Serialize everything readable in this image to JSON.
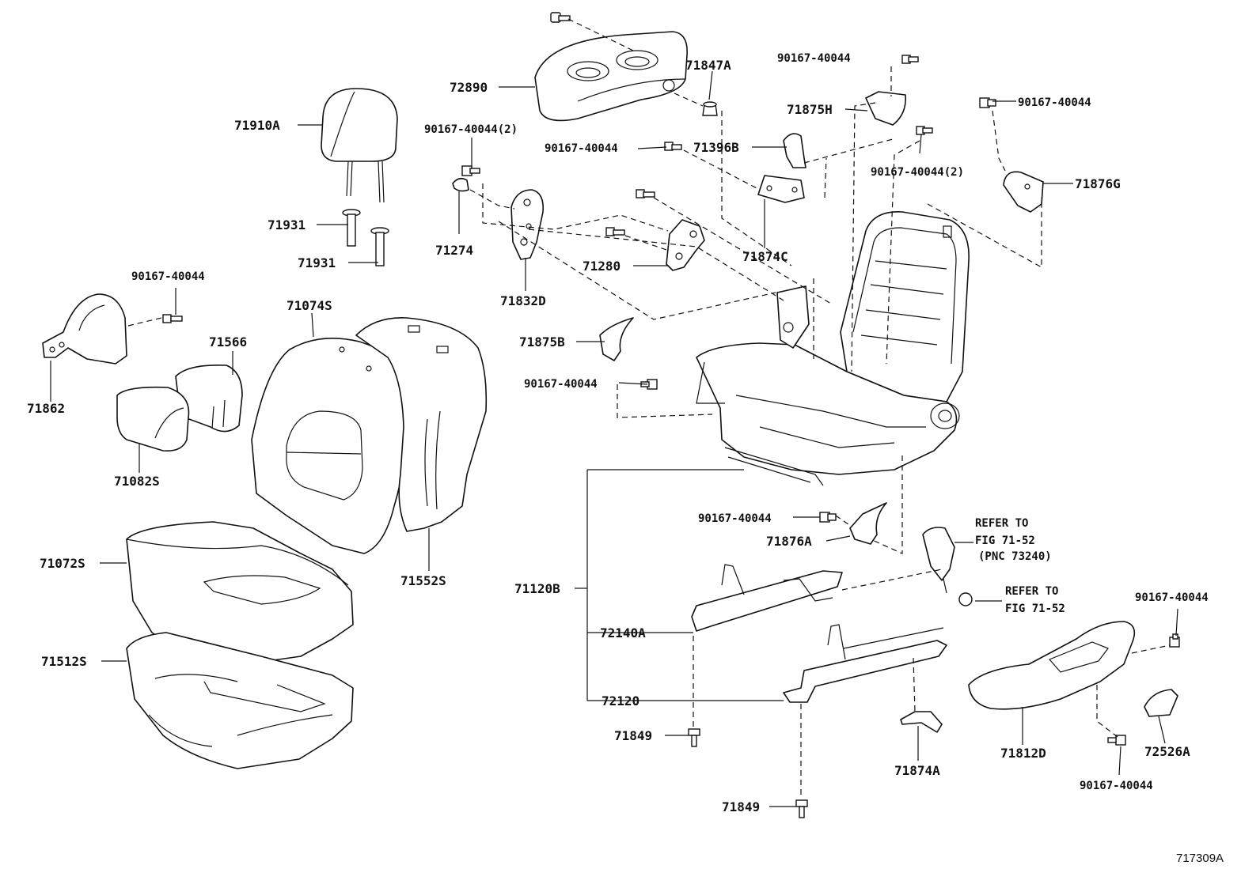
{
  "figure_id": "717309A",
  "labels": {
    "l71910A": "71910A",
    "l72890": "72890",
    "l71847A": "71847A",
    "l90167_top": "90167-40044",
    "l71875H": "71875H",
    "l90167_tr": "90167-40044",
    "l90167_2a": "90167-40044(2)",
    "l90167_mid": "90167-40044",
    "l71396B": "71396B",
    "l90167_2b": "90167-40044(2)",
    "l71876G": "71876G",
    "l71931a": "71931",
    "l71931b": "71931",
    "l71274": "71274",
    "l71280": "71280",
    "l71874C": "71874C",
    "l90167_hr": "90167-40044",
    "l71832D": "71832D",
    "l71074S": "71074S",
    "l71566": "71566",
    "l71862": "71862",
    "l71875B": "71875B",
    "l90167_b": "90167-40044",
    "l71082S": "71082S",
    "l90167_c": "90167-40044",
    "l71876A": "71876A",
    "l71072S": "71072S",
    "l71552S": "71552S",
    "l71120B": "71120B",
    "l72140A": "72140A",
    "l71512S": "71512S",
    "l72120": "72120",
    "l71849a": "71849",
    "l71874A": "71874A",
    "l71812D": "71812D",
    "l72526A": "72526A",
    "l90167_br": "90167-40044",
    "l90167_bot": "90167-40044",
    "l71849b": "71849"
  },
  "refer1": {
    "line1": "REFER TO",
    "line2": "FIG 71-52",
    "line3": "(PNC 73240)"
  },
  "refer2": {
    "line1": "REFER TO",
    "line2": "FIG 71-52"
  },
  "icons": [
    "bolt-icon",
    "clip-icon"
  ]
}
